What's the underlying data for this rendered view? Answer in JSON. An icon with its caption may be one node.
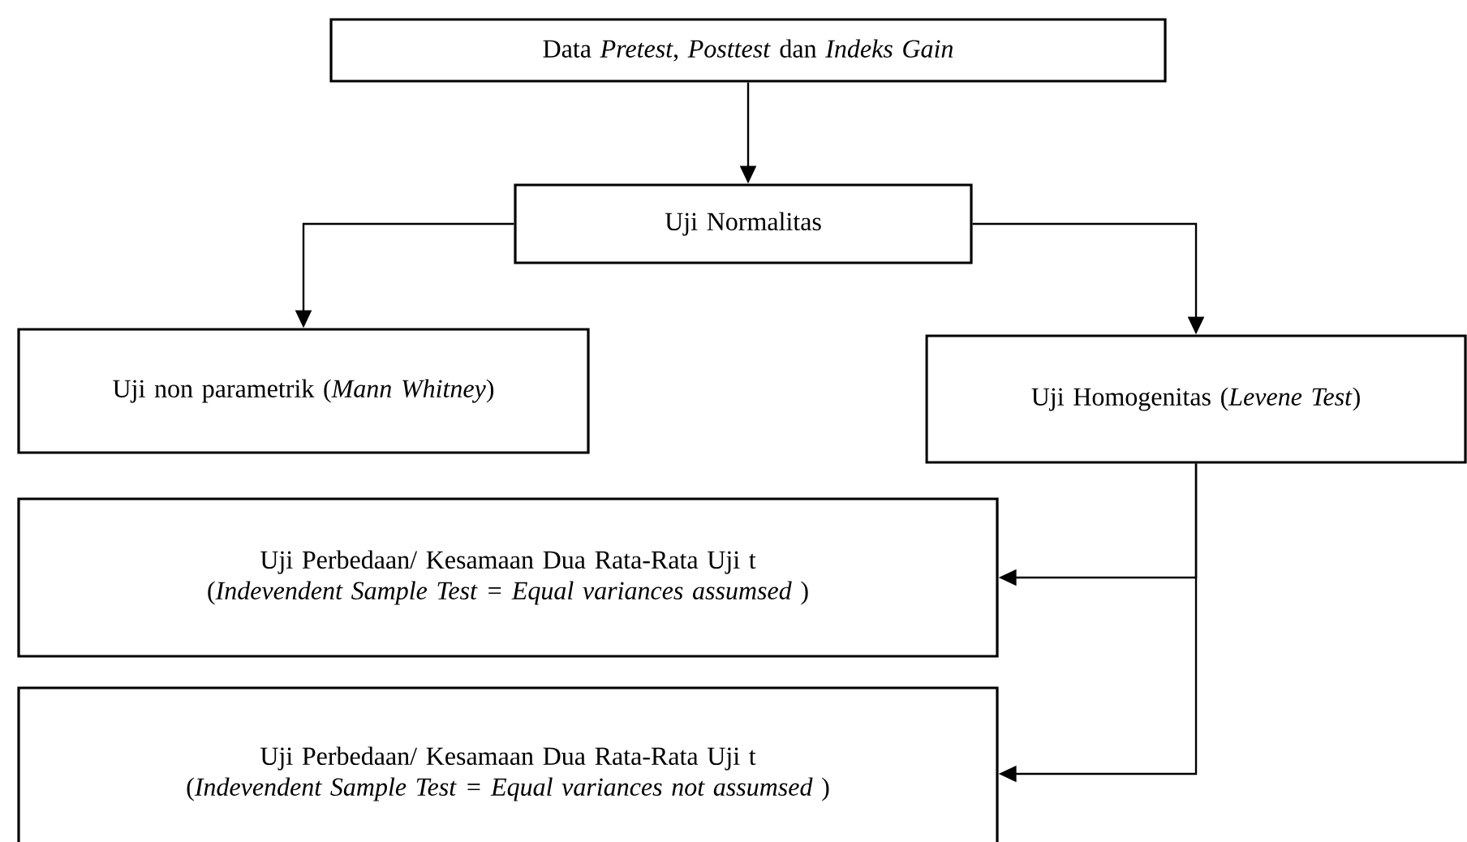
{
  "diagram": {
    "nodes": [
      {
        "text": [
          "Data *Pretest*, *Posttest* dan *Indeks Gain*"
        ]
      },
      {
        "text": [
          "Uji Normalitas"
        ]
      },
      {
        "text": [
          "Uji non parametrik (*Mann Whitney*)"
        ]
      },
      {
        "text": [
          "Uji Homogenitas (*Levene Test*)"
        ]
      },
      {
        "text": [
          "Uji Perbedaan/ Kesamaan Dua Rata-Rata Uji t",
          "(*Indevendent Sample Test = Equal variances assumsed* )"
        ]
      },
      {
        "text": [
          "Uji Perbedaan/ Kesamaan Dua Rata-Rata Uji t",
          "(*Indevendent Sample Test = Equal variances not assumsed* )"
        ]
      }
    ],
    "edges": [
      {
        "from": 0,
        "to": 1,
        "arrow": "to"
      },
      {
        "from": 1,
        "to": 2,
        "arrow": "to"
      },
      {
        "from": 1,
        "to": 3,
        "arrow": "to"
      },
      {
        "from": 3,
        "to": 4,
        "arrow": "to"
      },
      {
        "from": 3,
        "to": 5,
        "arrow": "to"
      }
    ]
  }
}
